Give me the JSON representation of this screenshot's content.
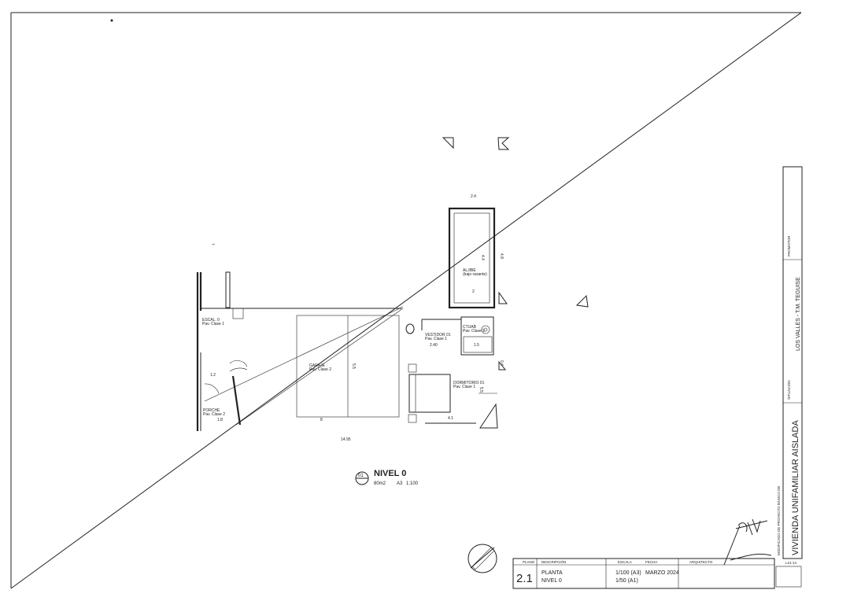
{
  "plan": {
    "rooms": {
      "escalera": {
        "name": "ESCAL. 0",
        "floor": "Pav. Clase 1"
      },
      "porche": {
        "name": "PORCHE",
        "floor": "Pav. Clase 2"
      },
      "garaje": {
        "name": "GARAJE",
        "floor": "Pav. Clase 2"
      },
      "vestidor": {
        "name": "VESTIDOR 01",
        "floor": "Pav. Clase 1"
      },
      "dormitorio": {
        "name": "DORMITORIO 01",
        "floor": "Pav. Clase 1"
      },
      "aljibe": {
        "name": "ALJIBE",
        "note": "(bajo rasante)"
      },
      "bano": {
        "name": "CTUAB",
        "floor": "Pav. Clase 1"
      }
    },
    "dimensions": {
      "aljibe_top": "2.4",
      "aljibe_side": "4.8",
      "aljibe_inner_a": "4.4",
      "aljibe_inner_b": "2",
      "vestidor": "2.40",
      "bano": "1.5",
      "garaje_height": "5.5",
      "garaje_width": "8",
      "porche_a": "1.2",
      "porche_b": "1.8",
      "total_width": "14.95",
      "dorm_height": "5.5",
      "dorm_width": "4.1",
      "right_a": "0.4",
      "right_b": "0.4"
    },
    "label": {
      "number": "01",
      "title": "NIVEL 0",
      "area": "80m2",
      "scale_prefix": "A3",
      "scale": "1:100"
    }
  },
  "title_block": {
    "headers": {
      "plano": "PLANO",
      "descripcion": "DESCRIPCIÓN",
      "escala": "ESCALA",
      "fecha": "FECHA",
      "arquitecto": "ARQUITECTO"
    },
    "plano": "2.1",
    "descripcion_1": "PLANTA",
    "descripcion_2": "NIVEL 0",
    "escala_1": "1/100 (A3)",
    "escala_2": "1/50 (A1)",
    "fecha": "MARZO 2024"
  },
  "side_block": {
    "project_caption": "MODIFICADO DE PROYECTO BÁSICO DE",
    "project_title": "VIVIENDA UNIFAMILIAR AISLADA",
    "situacion_label": "SITUACIÓN",
    "situacion": "LOS VALLES - T.M. TEGUISE",
    "promotor_label": "PROMOTOR",
    "code": "L21-14"
  }
}
